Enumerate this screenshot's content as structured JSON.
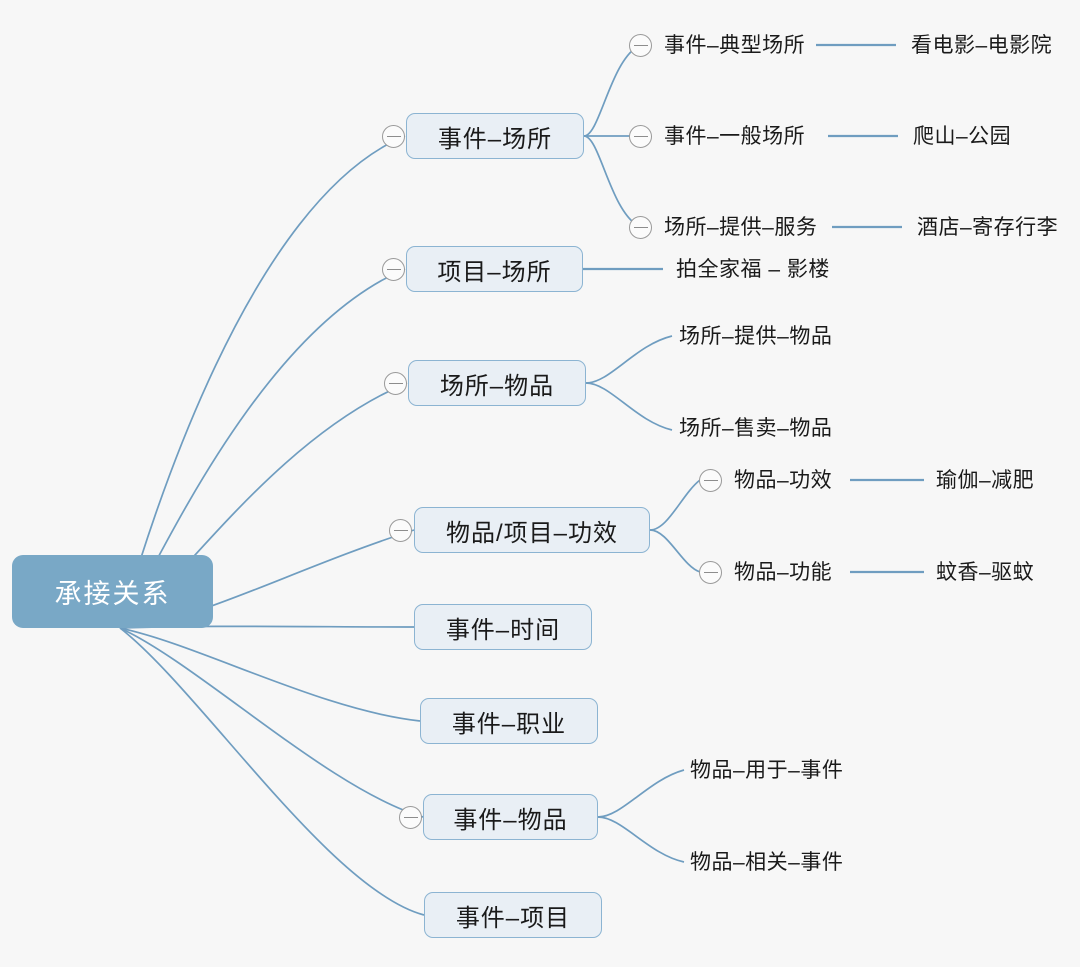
{
  "diagram": {
    "type": "mindmap",
    "title": "承接关系",
    "background_color": "#f7f7f7",
    "root": {
      "label": "承接关系",
      "fill": "#79a8c6",
      "text_color": "#ffffff"
    },
    "node_style": {
      "fill": "#e9eff5",
      "border": "#8cb4d2",
      "text_color": "#1a1a1a",
      "link_color": "#6f9dc0"
    },
    "icons": {
      "collapse": "minus-circle-icon"
    },
    "branches": [
      {
        "label": "事件–场所",
        "has_collapse_icon": true,
        "children": [
          {
            "label": "事件–典型场所",
            "has_collapse_icon": true,
            "leaf": "看电影–电影院"
          },
          {
            "label": "事件–一般场所",
            "has_collapse_icon": true,
            "leaf": "爬山–公园"
          },
          {
            "label": "场所–提供–服务",
            "has_collapse_icon": true,
            "leaf": "酒店–寄存行李"
          }
        ]
      },
      {
        "label": "项目–场所",
        "has_collapse_icon": true,
        "children": [
          {
            "label": "拍全家福 – 影楼",
            "has_collapse_icon": false,
            "leaf": null
          }
        ]
      },
      {
        "label": "场所–物品",
        "has_collapse_icon": true,
        "children": [
          {
            "label": "场所–提供–物品",
            "has_collapse_icon": false,
            "leaf": null
          },
          {
            "label": "场所–售卖–物品",
            "has_collapse_icon": false,
            "leaf": null
          }
        ]
      },
      {
        "label": "物品/项目–功效",
        "has_collapse_icon": true,
        "children": [
          {
            "label": "物品–功效",
            "has_collapse_icon": true,
            "leaf": "瑜伽–减肥"
          },
          {
            "label": "物品–功能",
            "has_collapse_icon": true,
            "leaf": "蚊香–驱蚊"
          }
        ]
      },
      {
        "label": "事件–时间",
        "has_collapse_icon": false,
        "children": []
      },
      {
        "label": "事件–职业",
        "has_collapse_icon": false,
        "children": []
      },
      {
        "label": "事件–物品",
        "has_collapse_icon": true,
        "children": [
          {
            "label": "物品–用于–事件",
            "has_collapse_icon": false,
            "leaf": null
          },
          {
            "label": "物品–相关–事件",
            "has_collapse_icon": false,
            "leaf": null
          }
        ]
      },
      {
        "label": "事件–项目",
        "has_collapse_icon": false,
        "children": []
      }
    ]
  }
}
